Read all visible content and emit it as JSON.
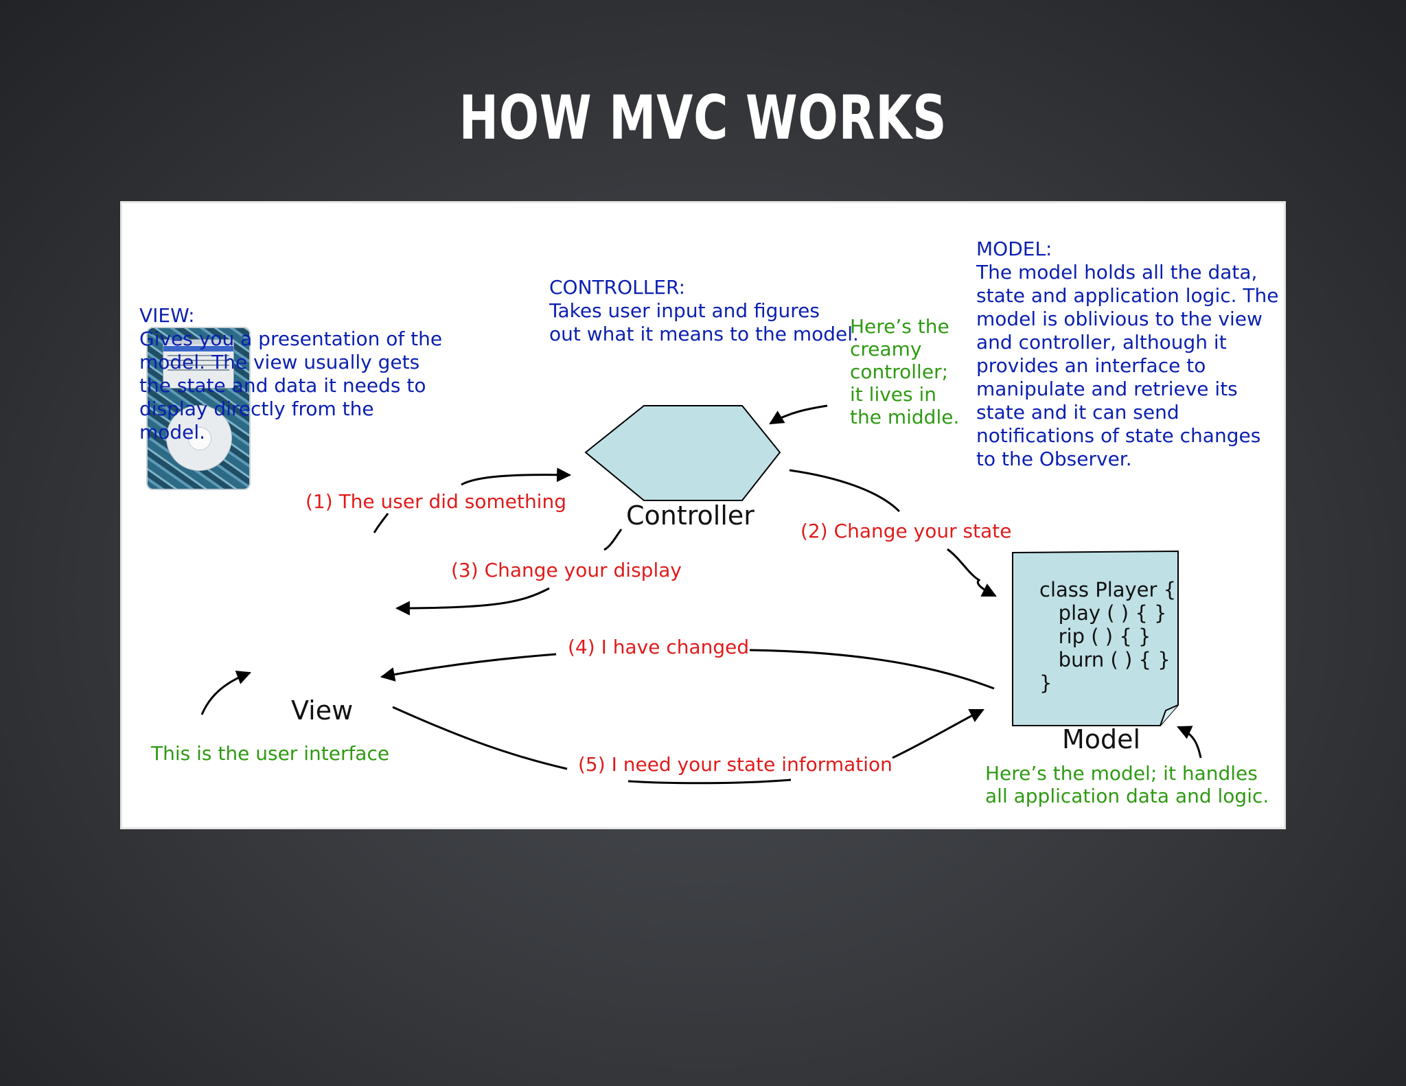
{
  "title": "HOW MVC WORKS",
  "view_desc": {
    "heading": "VIEW:",
    "body": "Gives you a presentation of the\nmodel. The view usually gets\nthe state and data it needs to\ndisplay directly from the\nmodel."
  },
  "controller_desc": {
    "heading": "CONTROLLER:",
    "body": "Takes user input and figures\nout what it means to the model."
  },
  "model_desc": {
    "heading": "MODEL:",
    "body": "The model holds all the data,\nstate and application logic. The\nmodel is oblivious to the view\nand controller, although it\nprovides an interface to\nmanipulate and retrieve its\nstate and it can send\nnotifications of state changes\nto the Observer."
  },
  "notes": {
    "controller_note": "Here’s the\ncreamy\ncontroller;\nit lives in\nthe middle.",
    "view_note": "This is the user interface",
    "model_note": "Here’s the model; it handles\nall application data and logic."
  },
  "nodes": {
    "controller": "Controller",
    "view": "View",
    "model": "Model"
  },
  "model_code": "class Player {\n   play ( ) { }\n   rip ( ) { }\n   burn ( ) { }\n}",
  "steps": {
    "step1": "(1) The user did something",
    "step2": "(2) Change your state",
    "step3": "(3) Change your display",
    "step4": "(4) I have changed",
    "step5": "(5) I need your state information"
  },
  "colors": {
    "description_text": "#0a1fb0",
    "note_text": "#2e9a12",
    "step_text": "#e01b1b",
    "controller_fill": "#bfe1e6",
    "model_fill": "#bfe1e6"
  }
}
